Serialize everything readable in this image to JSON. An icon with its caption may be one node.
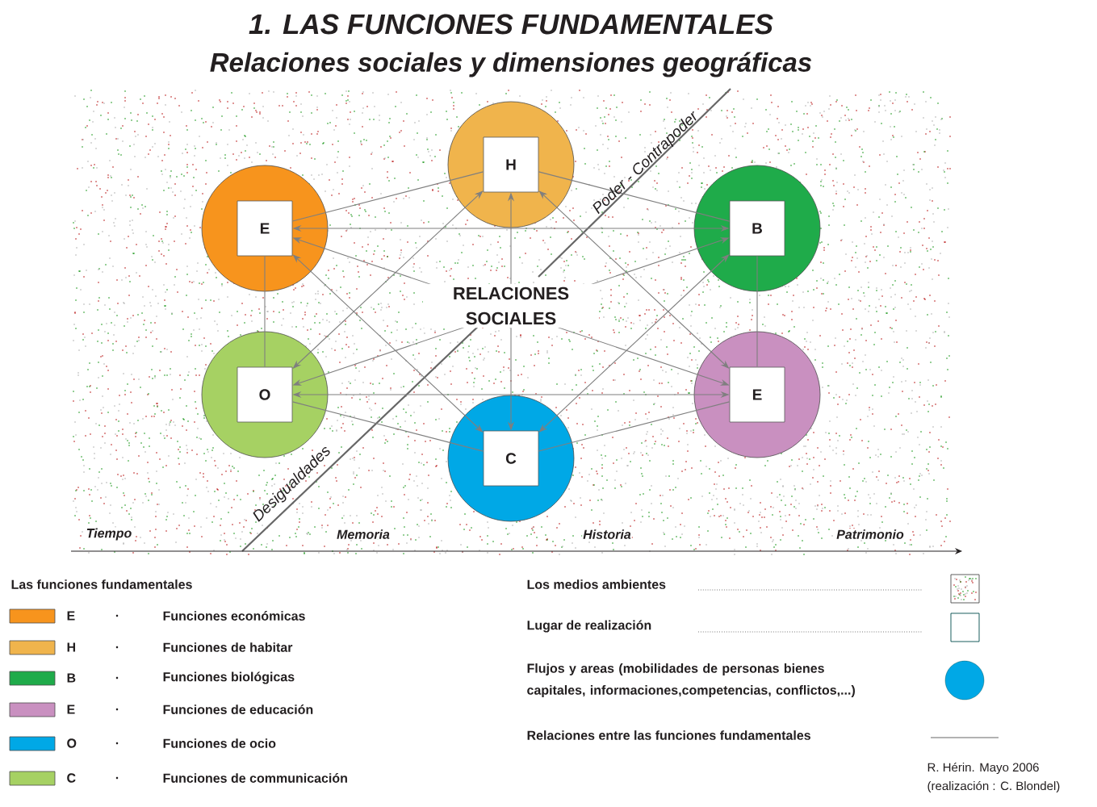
{
  "diagram": {
    "title": "1. LAS FUNCIONES FUNDAMENTALES",
    "nodes": [
      {
        "text": [],
        "shape": "circle"
      },
      {
        "text": [
          "H"
        ],
        "in": 0
      },
      {
        "text": [],
        "shape": "circle"
      },
      {
        "text": [
          "E"
        ],
        "in": 2
      },
      {
        "text": [],
        "shape": "circle"
      },
      {
        "text": [
          "B"
        ],
        "in": 4
      },
      {
        "text": [],
        "shape": "circle"
      },
      {
        "text": [
          "O"
        ],
        "in": 6
      },
      {
        "text": [],
        "shape": "circle"
      },
      {
        "text": [
          "E"
        ],
        "in": 8
      },
      {
        "text": [],
        "shape": "circle"
      },
      {
        "text": [
          "C"
        ],
        "in": 10
      }
    ],
    "edges": [
      {
        "from": 3,
        "to": 1,
        "arrow": "none"
      },
      {
        "from": 1,
        "to": 5,
        "arrow": "none"
      },
      {
        "from": 3,
        "to": 7,
        "arrow": "none"
      },
      {
        "from": 5,
        "to": 9,
        "arrow": "none"
      },
      {
        "from": 7,
        "to": 11,
        "arrow": "none"
      },
      {
        "from": 11,
        "to": 9,
        "arrow": "none"
      },
      {
        "from": 3,
        "to": 5,
        "arrow": "both"
      },
      {
        "from": 3,
        "to": 11,
        "arrow": "both"
      },
      {
        "from": 3,
        "to": 9,
        "arrow": "both"
      },
      {
        "from": 1,
        "to": 7,
        "arrow": "both"
      },
      {
        "from": 1,
        "to": 11,
        "arrow": "both"
      },
      {
        "from": 1,
        "to": 9,
        "arrow": "both"
      },
      {
        "from": 7,
        "to": 5,
        "arrow": "both"
      },
      {
        "from": 7,
        "to": 9,
        "arrow": "both"
      },
      {
        "from": 11,
        "to": 5,
        "arrow": "both"
      }
    ],
    "labels": [
      "Relaciones sociales y dimensiones geográficas",
      "Poder - Contrapoder",
      "RELACIONES SOCIALES",
      "Desigualdades",
      "Tiempo",
      "Memoria",
      "Historia",
      "Patrimonio",
      "Las funciones fundamentales",
      "E",
      ".",
      "H",
      ".",
      "B",
      ".",
      "E",
      ".",
      "O",
      ".",
      "C",
      ".",
      "R. Hérin. Mayo 2006",
      "(realización : C. Blondel)"
    ],
    "legend": [
      {
        "text": "Funciones económicas",
        "color": "#f7941d"
      },
      {
        "text": "Funciones de habitar",
        "color": "#f0b44c"
      },
      {
        "text": "Funciones biológicas",
        "color": "#1fab4a"
      },
      {
        "text": "Funciones de educación",
        "color": "#c990c0"
      },
      {
        "text": "Funciones de ocio",
        "color": "#00a8e6"
      },
      {
        "text": "Funciones de communicación",
        "color": "#a6d163"
      },
      {
        "text": "Los medios ambientes"
      },
      {
        "text": "Lugar de realización"
      },
      {
        "text": "Flujos y areas (mobilidades de personas bienes capitales, informaciones,competencias, conflictos,...)"
      },
      {
        "text": "Relaciones entre las funciones fundamentales"
      }
    ]
  }
}
